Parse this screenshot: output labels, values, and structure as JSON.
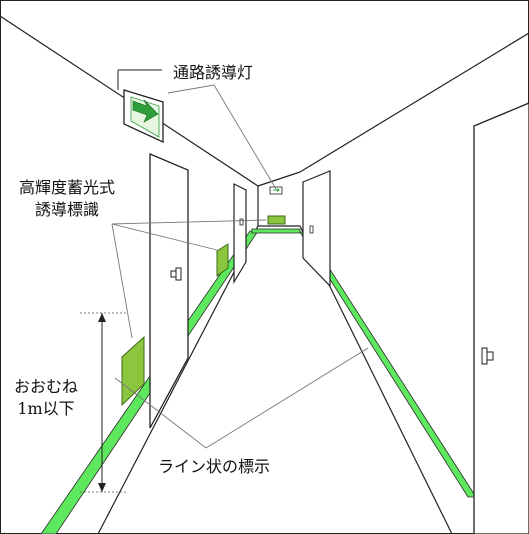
{
  "labels": {
    "guide_light": "通路誘導灯",
    "sign_line1": "高輝度蓄光式",
    "sign_line2": "誘導標識",
    "height_line1": "おおむね",
    "height_line2": "1m以下",
    "floor_line": "ライン状の標示"
  },
  "colors": {
    "line": "#222222",
    "marking_green": "#5ee85e",
    "sign_green": "#8cc63f",
    "sign_edge": "#3d6b1a",
    "arrow_green": "#2e9e3a",
    "guide_line": "#777777"
  },
  "icons": {
    "exit_sign": "green-arrow-exit-sign",
    "door_handle": "lever-handle-icon"
  }
}
